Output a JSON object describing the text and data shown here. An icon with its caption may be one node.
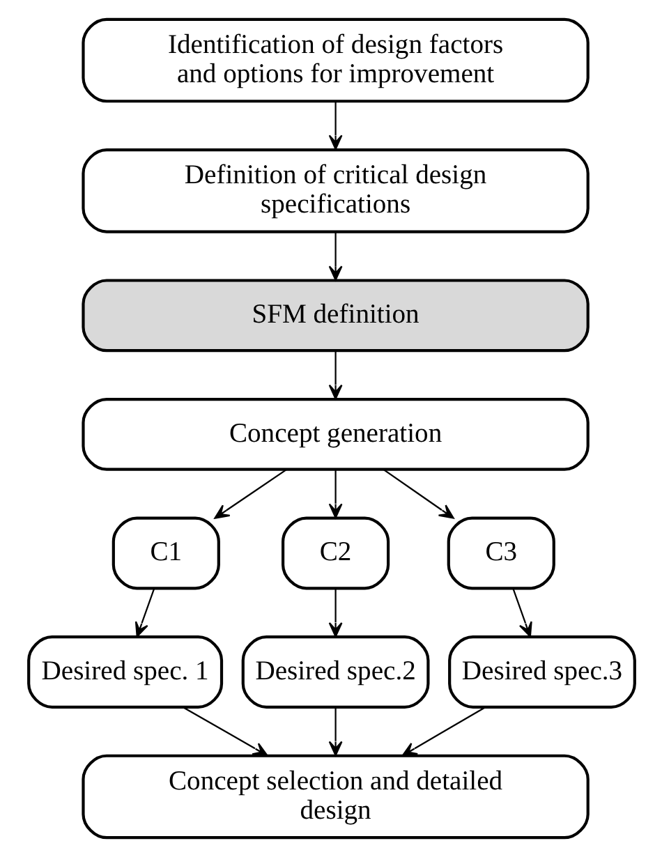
{
  "diagram": {
    "nodes": [
      {
        "text": [
          "Identification of design factors and options for improvement"
        ]
      },
      {
        "text": [
          "Definition of critical design specifications"
        ]
      },
      {
        "text": [
          "SFM definition"
        ]
      },
      {
        "text": [
          "Concept generation"
        ]
      },
      {
        "text": [
          "C1"
        ]
      },
      {
        "text": [
          "C2"
        ]
      },
      {
        "text": [
          "C3"
        ]
      },
      {
        "text": [
          "Desired spec. 1"
        ]
      },
      {
        "text": [
          "Desired spec.2"
        ]
      },
      {
        "text": [
          "Desired spec.3"
        ]
      },
      {
        "text": [
          "Concept selection and detailed design"
        ]
      }
    ],
    "edges": [
      {
        "from": 0,
        "to": 1,
        "arrow": "to"
      },
      {
        "from": 1,
        "to": 2,
        "arrow": "to"
      },
      {
        "from": 2,
        "to": 3,
        "arrow": "to"
      },
      {
        "from": 3,
        "to": 4,
        "arrow": "to"
      },
      {
        "from": 3,
        "to": 5,
        "arrow": "to"
      },
      {
        "from": 3,
        "to": 6,
        "arrow": "to"
      },
      {
        "from": 4,
        "to": 7,
        "arrow": "to"
      },
      {
        "from": 5,
        "to": 8,
        "arrow": "to"
      },
      {
        "from": 6,
        "to": 9,
        "arrow": "to"
      },
      {
        "from": 7,
        "to": 10,
        "arrow": "to"
      },
      {
        "from": 8,
        "to": 10,
        "arrow": "to"
      },
      {
        "from": 9,
        "to": 10,
        "arrow": "to"
      }
    ]
  }
}
